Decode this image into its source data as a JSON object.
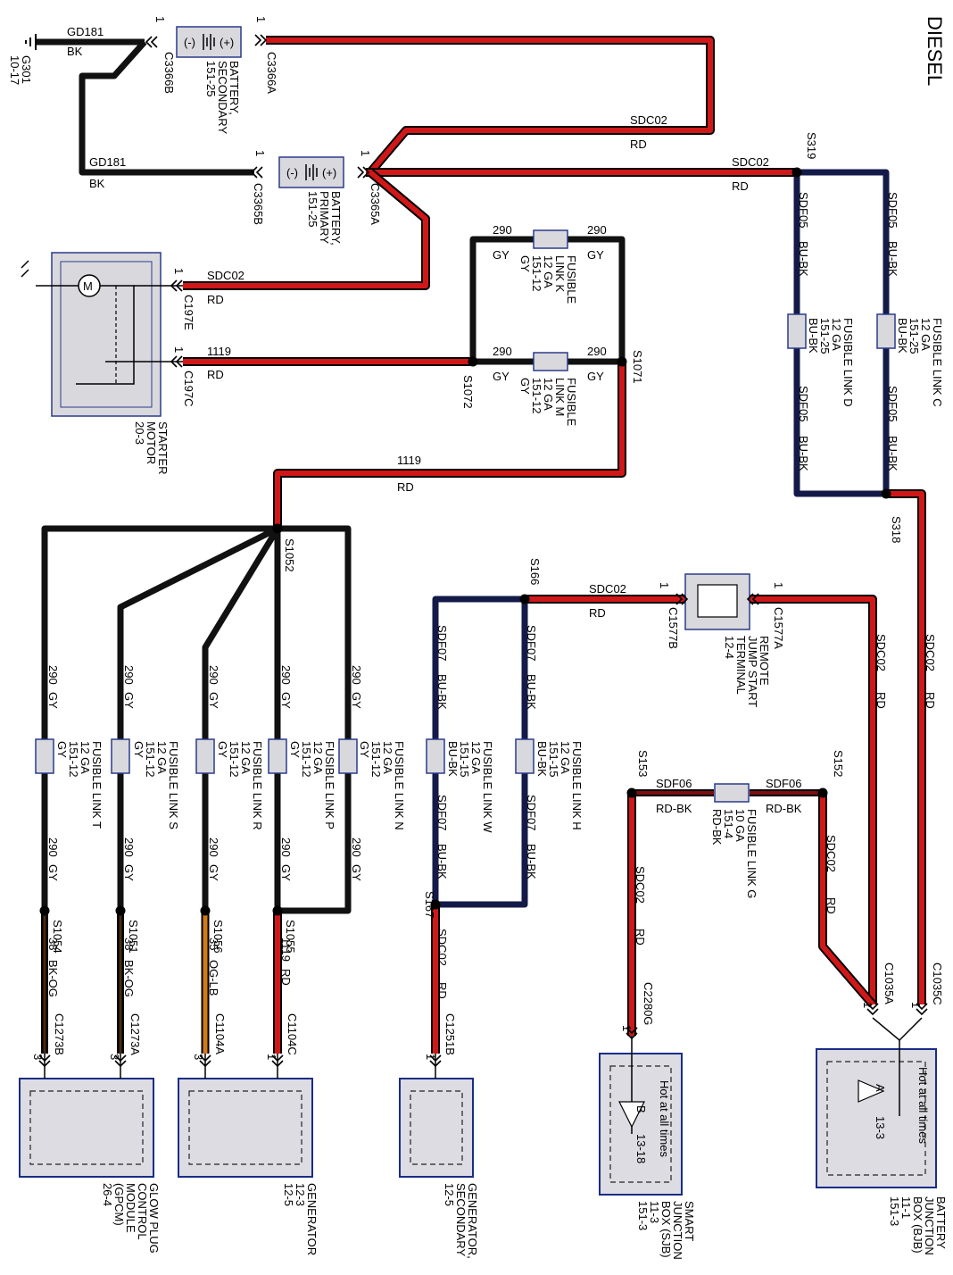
{
  "title": "DIESEL",
  "ground": {
    "id": "G301",
    "ref": "10-17"
  },
  "circuits": {
    "gd181": "GD181",
    "bk": "BK",
    "sdc02": "SDC02",
    "rd": "RD",
    "sdf05": "SDF05",
    "bubk": "BU-BK",
    "n290": "290",
    "gy": "GY",
    "n1119": "1119",
    "sdf07": "SDF07",
    "sdf06": "SDF06",
    "rdbk": "RD-BK",
    "n38": "38",
    "bkog": "BK-OG",
    "n35": "35",
    "oglb": "OG-LB"
  },
  "connectors": {
    "c3366b": "C3366B",
    "c3366a": "C3366A",
    "c3365b": "C3365B",
    "c3365a": "C3365A",
    "c197e": "C197E",
    "c197c": "C197C",
    "c1577b": "C1577B",
    "c1577a": "C1577A",
    "c1035a": "C1035A",
    "c1035c": "C1035C",
    "c2280g": "C2280G",
    "c1251b": "C1251B",
    "c1104c": "C1104C",
    "c1104a": "C1104A",
    "c1273a": "C1273A",
    "c1273b": "C1273B"
  },
  "pins": {
    "p1": "1",
    "p3": "3"
  },
  "splices": {
    "s319": "S319",
    "s318": "S318",
    "s1071": "S1071",
    "s1072": "S1072",
    "s1052": "S1052",
    "s166": "S166",
    "s167": "S167",
    "s152": "S152",
    "s153": "S153",
    "s1054": "S1054",
    "s1051": "S1051",
    "s1056": "S1056",
    "s1055": "S1055"
  },
  "components": {
    "battery_secondary": [
      "BATTERY,",
      "SECONDARY",
      "151-25"
    ],
    "battery_primary": [
      "BATTERY,",
      "PRIMARY",
      "151-25"
    ],
    "starter": [
      "STARTER",
      "MOTOR",
      "20-3"
    ],
    "fl_k": [
      "FUSIBLE",
      "LINK K",
      "12 GA",
      "151-12",
      "GY"
    ],
    "fl_m": [
      "FUSIBLE",
      "LINK M",
      "12 GA",
      "151-12",
      "GY"
    ],
    "fl_c": [
      "FUSIBLE LINK C",
      "12 GA",
      "151-25",
      "BU-BK"
    ],
    "fl_d": [
      "FUSIBLE LINK D",
      "12 GA",
      "151-25",
      "BU-BK"
    ],
    "jump": [
      "REMOTE",
      "JUMP START",
      "TERMINAL",
      "12-4"
    ],
    "fl_h": [
      "FUSIBLE LINK H",
      "12 GA",
      "151-15",
      "BU-BK"
    ],
    "fl_w": [
      "FUSIBLE LINK W",
      "12 GA",
      "151-15",
      "BU-BK"
    ],
    "fl_g": [
      "FUSIBLE LINK G",
      "10 GA",
      "151-4",
      "RD-BK"
    ],
    "fl_n": [
      "FUSIBLE LINK N",
      "12 GA",
      "151-12",
      "GY"
    ],
    "fl_p": [
      "FUSIBLE LINK P",
      "12 GA",
      "151-12",
      "GY"
    ],
    "fl_r": [
      "FUSIBLE LINK R",
      "12 GA",
      "151-12",
      "GY"
    ],
    "fl_s": [
      "FUSIBLE LINK S",
      "12 GA",
      "151-12",
      "GY"
    ],
    "fl_t": [
      "FUSIBLE LINK T",
      "12 GA",
      "151-12",
      "GY"
    ],
    "bjb": [
      "BATTERY",
      "JUNCTION",
      "BOX (BJB)",
      "11-1",
      "151-3"
    ],
    "sjb": [
      "SMART",
      "JUNCTION",
      "BOX (SJB)",
      "11-3",
      "151-3"
    ],
    "gen_secondary": [
      "GENERATOR,",
      "SECONDARY",
      "12-5"
    ],
    "generator": [
      "GENERATOR",
      "12-3",
      "12-5"
    ],
    "gpcm": [
      "GLOW PLUG",
      "CONTROL",
      "MODULE",
      "(GPCM)",
      "26-4"
    ]
  },
  "inner": {
    "hot": "Hot at all times",
    "a": "A",
    "b": "B",
    "ref_a": "13-3",
    "ref_b": "13-18"
  },
  "colors": {
    "red": "#d01818",
    "black": "#111111",
    "navy": "#141a48",
    "orange": "#d27a1a",
    "box_fill": "#d9d9dd",
    "box_edge": "#2b3a8a"
  }
}
